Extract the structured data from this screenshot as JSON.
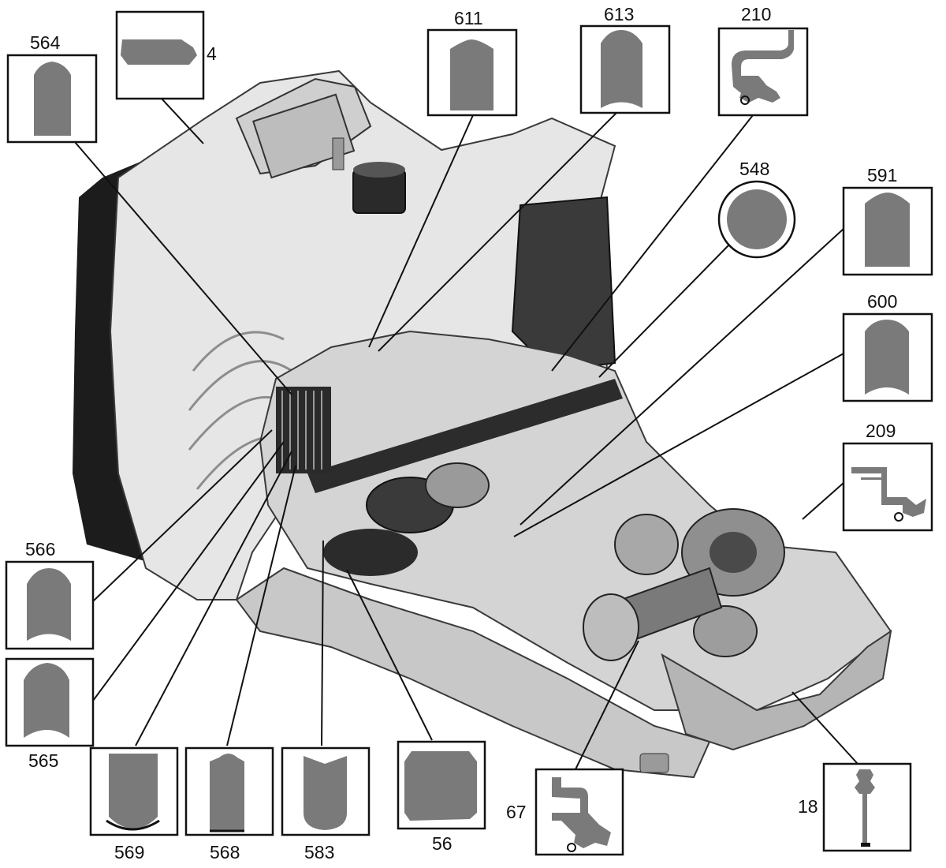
{
  "colors": {
    "background": "#ffffff",
    "profile_fill": "#7a7a7a",
    "box_stroke": "#111111",
    "housing_light": "#e6e6e6",
    "housing_mid": "#b9b9b9",
    "housing_dark": "#5a5a5a",
    "housing_black": "#1c1c1c"
  },
  "callouts": [
    {
      "id": "c564",
      "label": "564",
      "shape": "round-top"
    },
    {
      "id": "c4",
      "label": "4",
      "shape": "tapered-bar"
    },
    {
      "id": "c611",
      "label": "611",
      "shape": "notched-round-top"
    },
    {
      "id": "c613",
      "label": "613",
      "shape": "round-top-concave-bottom"
    },
    {
      "id": "c210",
      "label": "210",
      "shape": "lip-seal"
    },
    {
      "id": "c548",
      "label": "548",
      "shape": "o-ring"
    },
    {
      "id": "c591",
      "label": "591",
      "shape": "notched-round-top"
    },
    {
      "id": "c600",
      "label": "600",
      "shape": "round-top-concave-bottom"
    },
    {
      "id": "c209",
      "label": "209",
      "shape": "lip-seal-thin"
    },
    {
      "id": "c566",
      "label": "566",
      "shape": "round-top-concave-bottom"
    },
    {
      "id": "c565",
      "label": "565",
      "shape": "pointed-top-concave-bottom"
    },
    {
      "id": "c569",
      "label": "569",
      "shape": "flat-top-convex-bottom"
    },
    {
      "id": "c568",
      "label": "568",
      "shape": "stepped-round-top"
    },
    {
      "id": "c583",
      "label": "583",
      "shape": "v-top-round-bottom"
    },
    {
      "id": "c56",
      "label": "56",
      "shape": "chamfered-square"
    },
    {
      "id": "c67",
      "label": "67",
      "shape": "lip-seal-large"
    },
    {
      "id": "c18",
      "label": "18",
      "shape": "stepped-pin"
    }
  ]
}
